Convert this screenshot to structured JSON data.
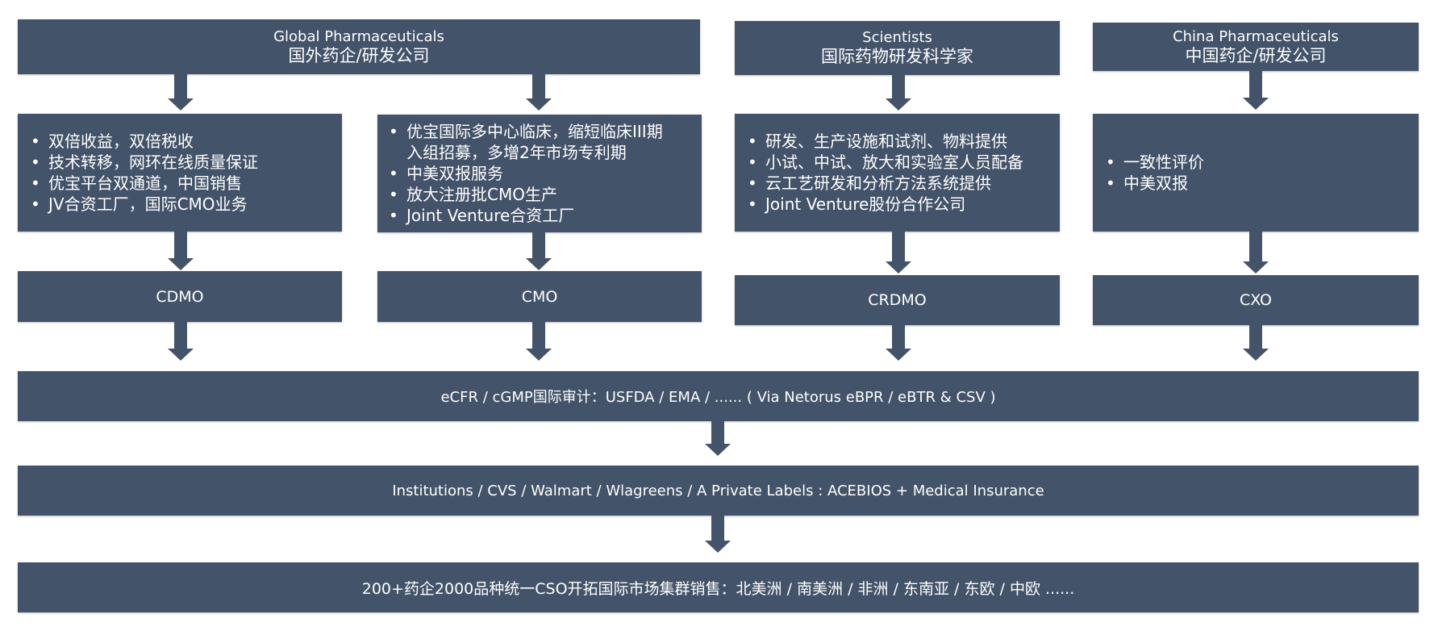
{
  "sources": [
    {
      "en": "Global Pharmaceuticals",
      "zh": "国外药企/研发公司"
    },
    {
      "en": "Scientists",
      "zh": "国际药物研发科学家"
    },
    {
      "en": "China Pharmaceuticals",
      "zh": "中国药企/研发公司"
    }
  ],
  "services": [
    {
      "items": [
        "双倍收益，双倍税收",
        "技术转移，网环在线质量保证",
        "优宝平台双通道，中国销售",
        "JV合资工厂，国际CMO业务"
      ]
    },
    {
      "items": [
        "优宝国际多中心临床，缩短临床III期入组招募，多增2年市场专利期",
        "中美双报服务",
        "放大注册批CMO生产",
        "Joint Venture合资工厂"
      ]
    },
    {
      "items": [
        "研发、生产设施和试剂、物料提供",
        "小试、中试、放大和实验室人员配备",
        "云工艺研发和分析方法系统提供",
        "Joint Venture股份合作公司"
      ]
    },
    {
      "items": [
        "一致性评价",
        "中美双报"
      ]
    }
  ],
  "models": [
    "CDMO",
    "CMO",
    "CRDMO",
    "CXO"
  ],
  "stages": [
    "eCFR / cGMP国际审计：USFDA / EMA / ...... ( Via Netorus eBPR / eBTR & CSV )",
    "Institutions / CVS / Walmart / Wlagreens / A Private Labels : ACEBIOS + Medical Insurance",
    "200+药企2000品种统一CSO开拓国际市场集群销售：北美洲 / 南美洲 / 非洲 / 东南亚 / 东欧 / 中欧 ......"
  ]
}
